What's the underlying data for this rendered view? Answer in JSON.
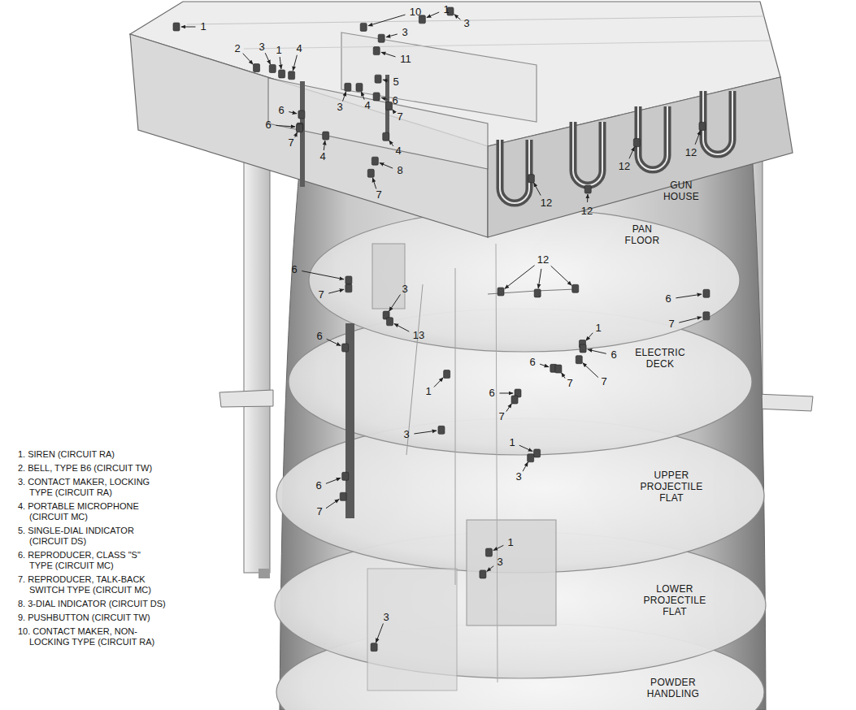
{
  "diagram": {
    "labels": [
      "1",
      "2",
      "3",
      "1",
      "4",
      "10",
      "3",
      "1",
      "3",
      "11",
      "5",
      "6",
      "6",
      "6",
      "3",
      "4",
      "7",
      "7",
      "4",
      "4",
      "8",
      "7",
      "12",
      "12",
      "12",
      "12",
      "GUN HOUSE",
      "PAN FLOOR",
      "12",
      "6",
      "7",
      "3",
      "13",
      "6",
      "7",
      "1",
      "6",
      "7",
      "6",
      "7",
      "6",
      "ELECTRIC DECK",
      "6",
      "7",
      "1",
      "3",
      "6",
      "7",
      "1",
      "3",
      "UPPER PROJECTILE FLAT",
      "1",
      "3",
      "LOWER PROJECTILE FLAT",
      "3",
      "POWDER HANDLING",
      "1. SIREN (CIRCUIT RA)",
      "2. BELL, TYPE B6 (CIRCUIT TW)",
      "3. CONTACT MAKER, LOCKING TYPE (CIRCUIT RA)",
      "4. PORTABLE MICROPHONE (CIRCUIT MC)",
      "5. SINGLE-DIAL INDICATOR (CIRCUIT DS)",
      "6. REPRODUCER, CLASS \"S\" TYPE (CIRCUIT MC)",
      "7. REPRODUCER, TALK-BACK SWITCH TYPE (CIRCUIT MC)",
      "8. 3-DIAL INDICATOR (CIRCUIT DS)",
      "9. PUSHBUTTON (CIRCUIT TW)",
      "10. CONTACT MAKER, NON-LOCKING TYPE (CIRCUIT RA)"
    ]
  }
}
